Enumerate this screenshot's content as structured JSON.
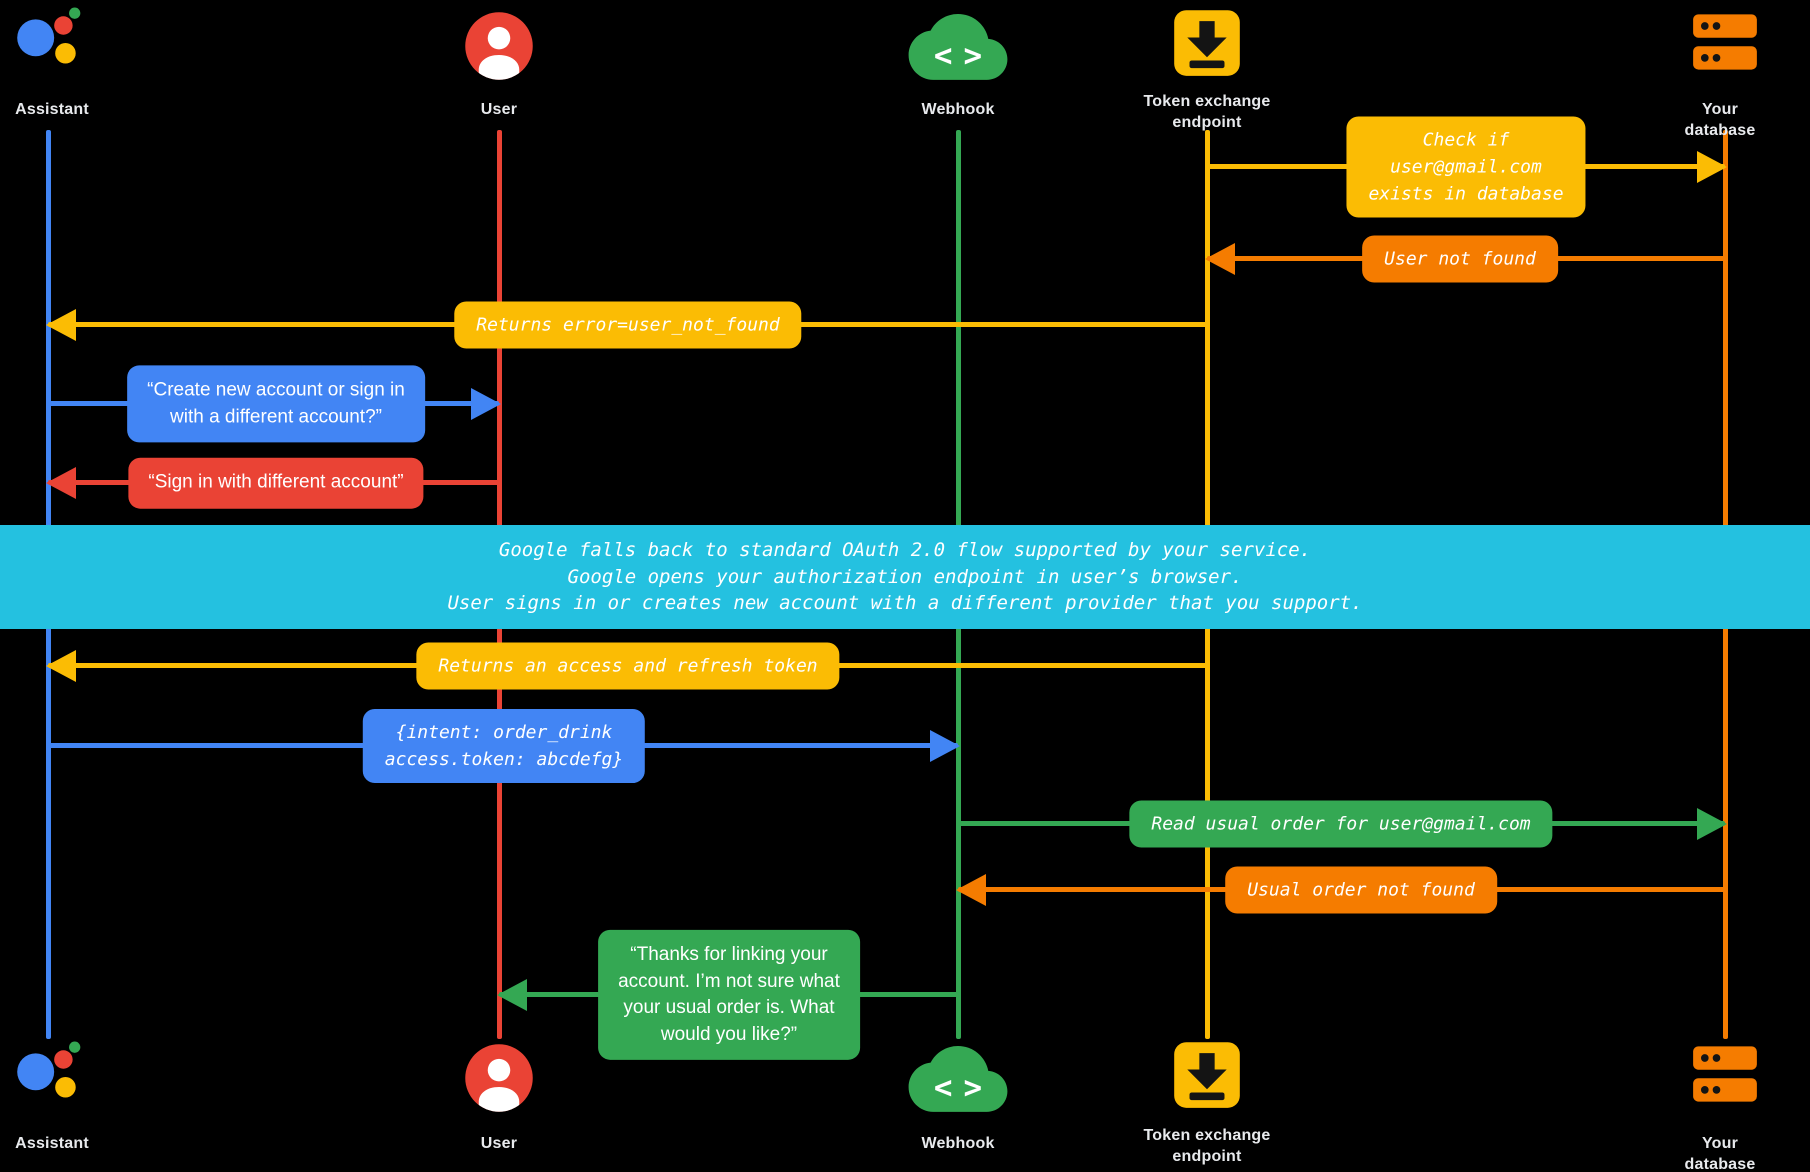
{
  "colors": {
    "blue": "#4285F4",
    "red": "#EA4335",
    "yellow": "#FBBC04",
    "green": "#34A853",
    "orange": "#F57C00",
    "cyan": "#24C1E0",
    "box_text": "#FFFFFF",
    "actor_label": "#E8EAED",
    "background": "#000000"
  },
  "actors": {
    "assistant": {
      "label": "Assistant",
      "icon": "google-assistant-logo"
    },
    "user": {
      "label": "User",
      "icon": "person-icon"
    },
    "webhook": {
      "label": "Webhook",
      "icon": "cloud-code-icon"
    },
    "token_endpoint": {
      "label": "Token exchange\nendpoint",
      "icon": "download-tray-icon"
    },
    "database": {
      "label": "Your database",
      "icon": "server-stack-icon"
    }
  },
  "messages": {
    "check_exists": {
      "from": "Token exchange endpoint",
      "to": "Your database",
      "color": "yellow",
      "text": "Check if\nuser@gmail.com\nexists in database"
    },
    "user_not_found": {
      "from": "Your database",
      "to": "Token exchange endpoint",
      "color": "orange",
      "text": "User not found"
    },
    "returns_error": {
      "from": "Token exchange endpoint",
      "to": "Assistant",
      "color": "yellow",
      "text": "Returns error=user_not_found"
    },
    "create_account": {
      "from": "Assistant",
      "to": "User",
      "color": "blue",
      "text": "“Create new account or sign in\nwith a different account?”"
    },
    "sign_in_different": {
      "from": "User",
      "to": "Assistant",
      "color": "red",
      "text": "“Sign in with different account”"
    },
    "oauth_note": {
      "color": "cyan",
      "text": "Google falls back to standard OAuth 2.0 flow supported by your service.\nGoogle opens your authorization endpoint in user’s browser.\nUser signs in or creates new account with a different provider that you support."
    },
    "returns_tokens": {
      "from": "Token exchange endpoint",
      "to": "Assistant",
      "color": "yellow",
      "text": "Returns an access and refresh token"
    },
    "intent_payload": {
      "from": "Assistant",
      "to": "Webhook",
      "color": "blue",
      "text": "{intent: order_drink\naccess.token: abcdefg}"
    },
    "read_order": {
      "from": "Webhook",
      "to": "Your database",
      "color": "green",
      "text": "Read usual order for user@gmail.com"
    },
    "order_not_found": {
      "from": "Your database",
      "to": "Webhook",
      "color": "orange",
      "text": "Usual order not found"
    },
    "thanks_reply": {
      "from": "Webhook",
      "to": "User",
      "color": "green",
      "text": "“Thanks for linking your\naccount. I’m not sure what\nyour usual order is. What\nwould you like?”"
    }
  }
}
